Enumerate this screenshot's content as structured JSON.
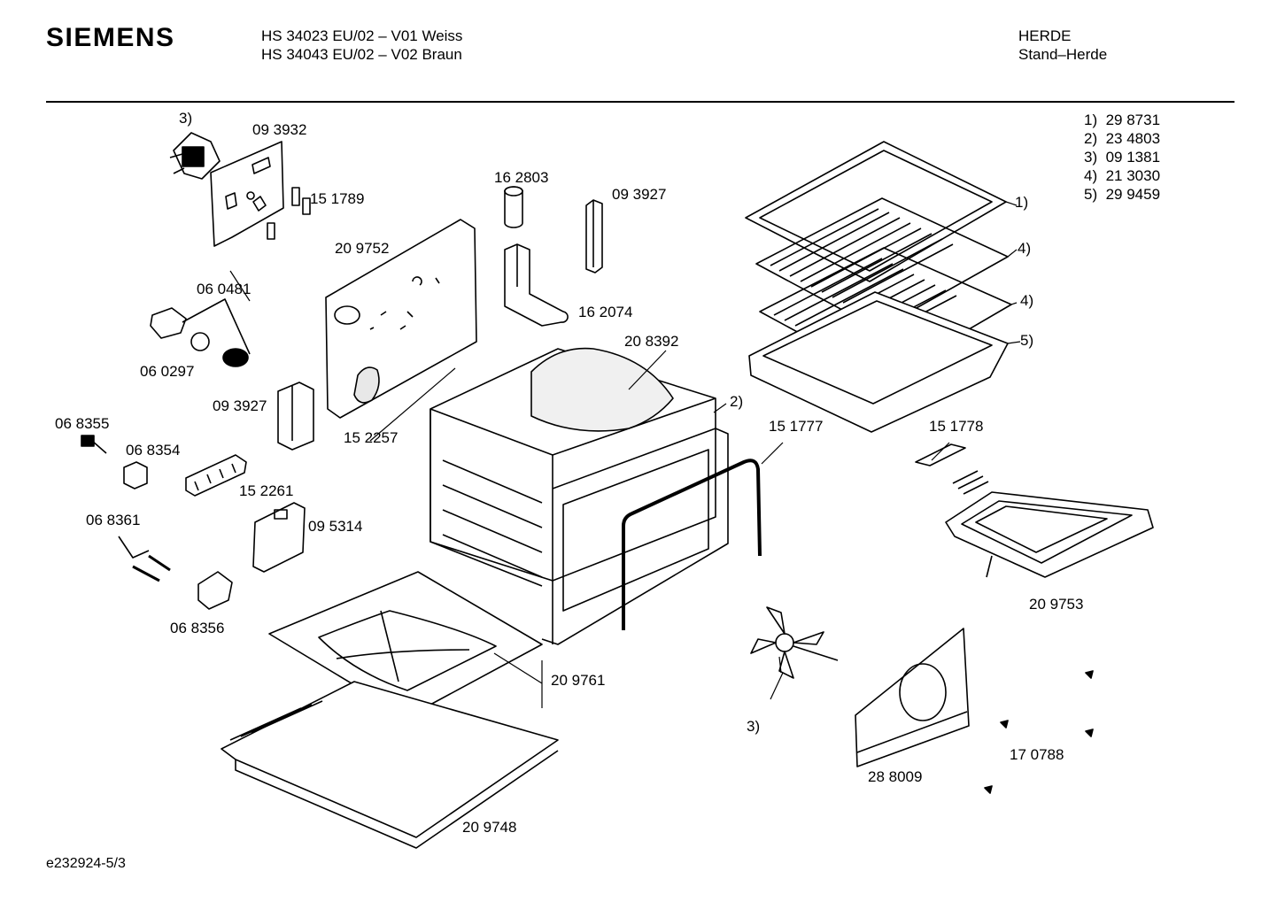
{
  "header": {
    "brand": "SIEMENS",
    "models": [
      "HS 34023 EU/02 – V01 Weiss",
      "HS 34043 EU/02 – V02 Braun"
    ],
    "category": [
      "HERDE",
      "Stand–Herde"
    ]
  },
  "footnotes": [
    {
      "key": "1)",
      "value": "29 8731"
    },
    {
      "key": "2)",
      "value": "23 4803"
    },
    {
      "key": "3)",
      "value": "09 1381"
    },
    {
      "key": "4)",
      "value": "21 3030"
    },
    {
      "key": "5)",
      "value": "29 9459"
    }
  ],
  "labels": {
    "p3_top": "3)",
    "p093932": "09 3932",
    "p151789": "15 1789",
    "p162803": "16 2803",
    "p093927a": "09 3927",
    "p209752": "20 9752",
    "p060481": "06 0481",
    "p162074": "16 2074",
    "p208392": "20 8392",
    "p060297": "06 0297",
    "p093927b": "09 3927",
    "p152257": "15 2257",
    "p068355": "06 8355",
    "p068354": "06 8354",
    "p152261": "15 2261",
    "p068361": "06 8361",
    "p095314": "09 5314",
    "p068356": "06 8356",
    "p209761": "20 9761",
    "p209748": "20 9748",
    "p2": "2)",
    "p151777": "15 1777",
    "p151778": "15 1778",
    "p1": "1)",
    "p4a": "4)",
    "p4b": "4)",
    "p5": "5)",
    "p209753": "20 9753",
    "p3_fan": "3)",
    "p288009": "28 8009",
    "p170788": "17 0788"
  },
  "footer": "e232924-5/3"
}
